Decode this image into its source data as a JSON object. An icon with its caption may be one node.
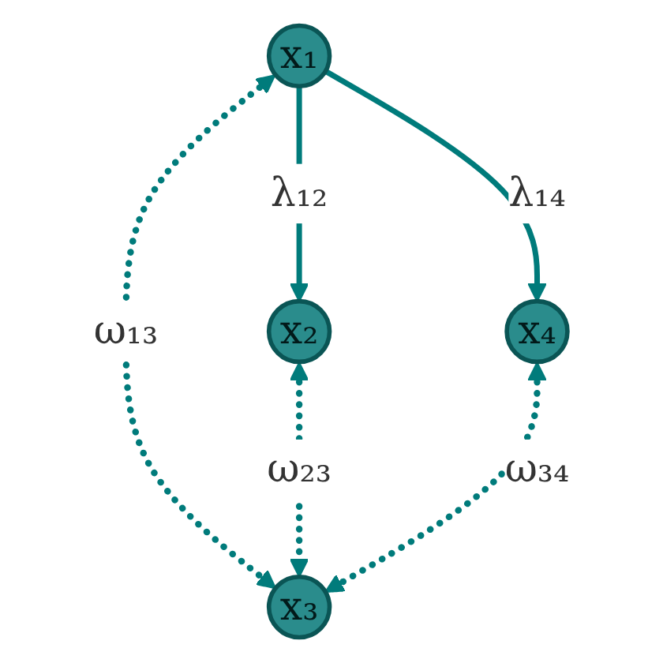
{
  "diagram": {
    "nodes": [
      {
        "text": [
          "x₁"
        ]
      },
      {
        "text": [
          "x₂"
        ]
      },
      {
        "text": [
          "x₃"
        ]
      },
      {
        "text": [
          "x₄"
        ]
      }
    ],
    "edges": [
      {
        "from": 0,
        "to": 1,
        "arrow": "to",
        "label": "λ₁₂"
      },
      {
        "from": 0,
        "to": 3,
        "arrow": "to",
        "label": "λ₁₄"
      },
      {
        "from": 0,
        "to": 2,
        "arrow": "both",
        "style": "dashed",
        "label": "ω₁₃"
      },
      {
        "from": 1,
        "to": 2,
        "arrow": "both",
        "style": "dashed",
        "label": "ω₂₃"
      },
      {
        "from": 2,
        "to": 3,
        "arrow": "both",
        "style": "dashed",
        "label": "ω₃₄"
      }
    ]
  }
}
